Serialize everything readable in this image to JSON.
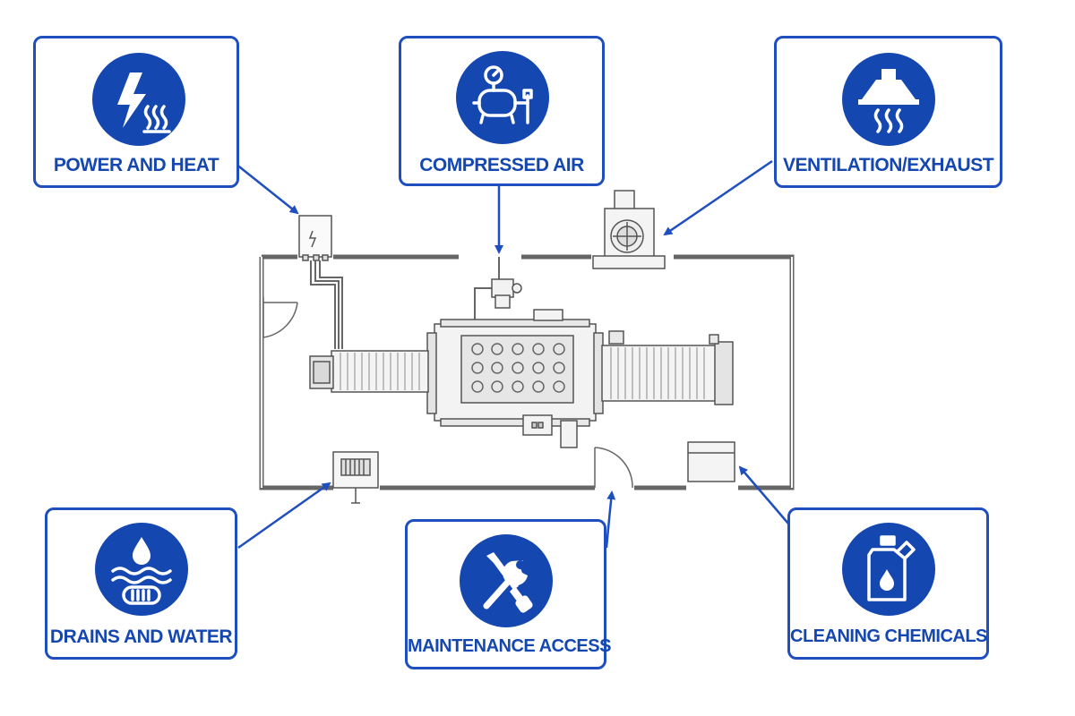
{
  "callouts": {
    "power_and_heat": {
      "label": "POWER AND HEAT",
      "icon": "lightning-heat-icon"
    },
    "compressed_air": {
      "label": "COMPRESSED AIR",
      "icon": "air-compressor-icon"
    },
    "ventilation_exhaust": {
      "label": "VENTILATION/EXHAUST",
      "icon": "exhaust-hood-icon"
    },
    "drains_and_water": {
      "label": "DRAINS AND WATER",
      "icon": "water-drain-icon"
    },
    "maintenance_access": {
      "label": "MAINTENANCE ACCESS",
      "icon": "wrench-screwdriver-icon"
    },
    "cleaning_chemicals": {
      "label": "CLEANING CHEMICALS",
      "icon": "chemical-jug-icon"
    }
  },
  "colors": {
    "accent": "#1547b0",
    "card_border": "#1f4fbf",
    "drawing_line": "#555555",
    "background": "#ffffff"
  }
}
